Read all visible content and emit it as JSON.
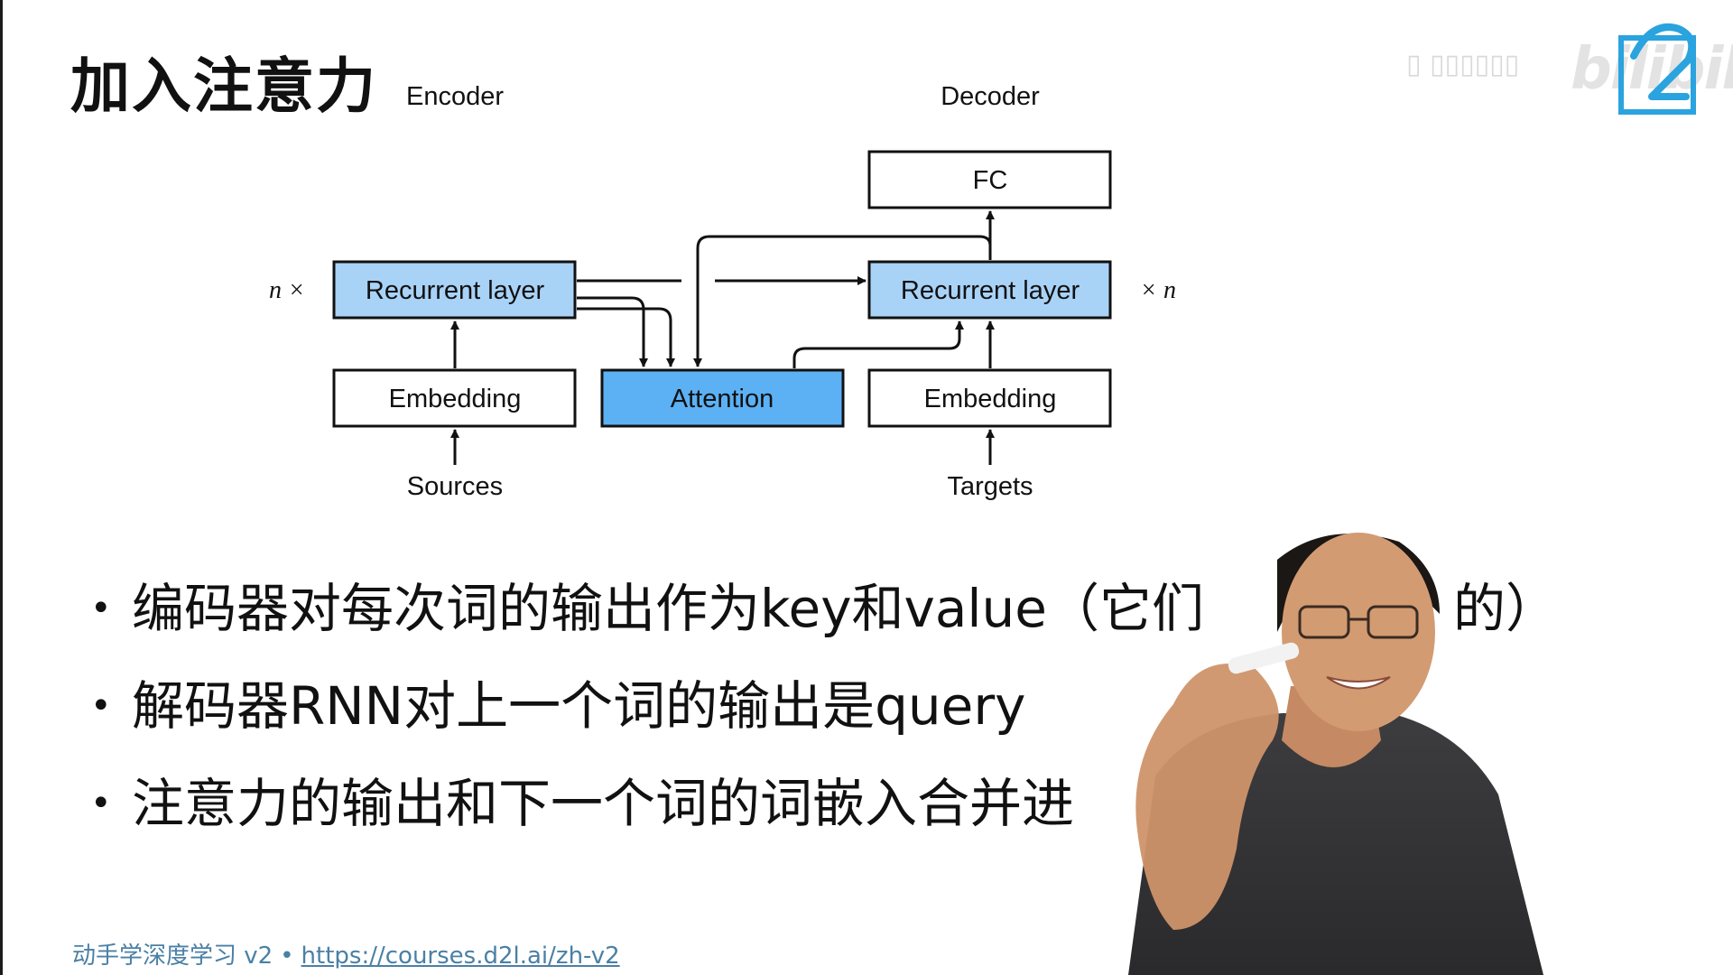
{
  "slide": {
    "title": "加入注意力",
    "diagram": {
      "encoder_label": "Encoder",
      "decoder_label": "Decoder",
      "nx_left": "n ×",
      "nx_right": "× n",
      "boxes": {
        "fc": "FC",
        "enc_recurrent": "Recurrent layer",
        "dec_recurrent": "Recurrent layer",
        "enc_embedding": "Embedding",
        "attention": "Attention",
        "dec_embedding": "Embedding"
      },
      "inputs": {
        "sources": "Sources",
        "targets": "Targets"
      },
      "colors": {
        "recurrent_fill": "#a9d2f7",
        "attention_fill": "#5cb1f5",
        "stroke": "#111111"
      }
    },
    "bullets": [
      "编码器对每次词的输出作为key和value（它们",
      "解码器RNN对上一个词的输出是query",
      "注意力的输出和下一个词的词嵌入合并进"
    ],
    "bullet_tail": "的）",
    "footer": {
      "course": "动手学深度学习 v2",
      "separator": "•",
      "url": "https://courses.d2l.ai/zh-v2"
    },
    "brand": {
      "watermark": "bilibili"
    }
  }
}
